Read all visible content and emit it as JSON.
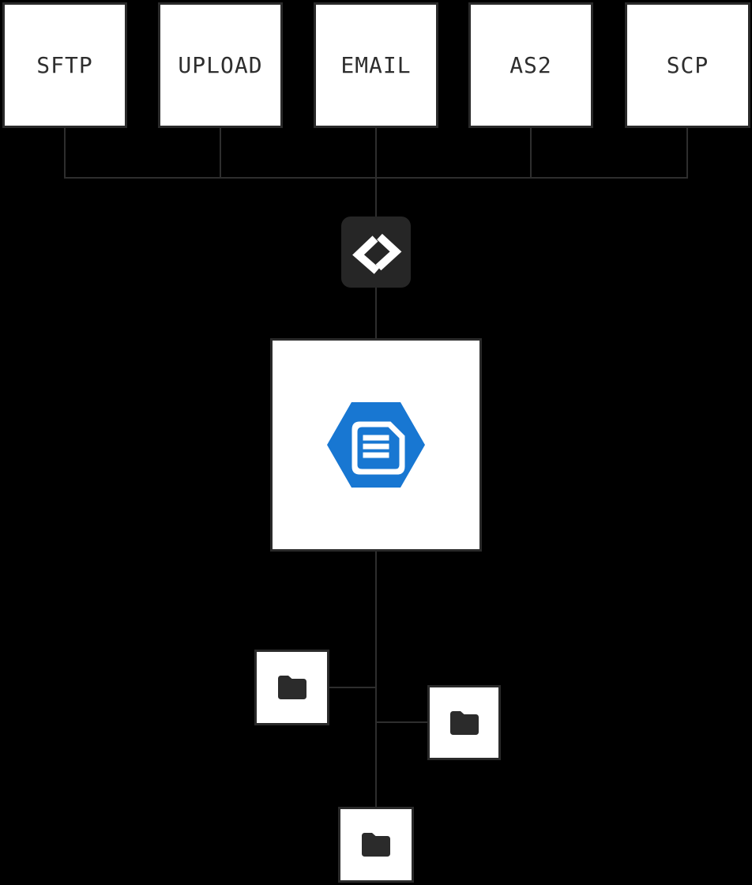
{
  "diagram": {
    "sources": [
      {
        "id": "sftp",
        "label": "SFTP"
      },
      {
        "id": "upload",
        "label": "UPLOAD"
      },
      {
        "id": "email",
        "label": "EMAIL"
      },
      {
        "id": "as2",
        "label": "AS2"
      },
      {
        "id": "scp",
        "label": "SCP"
      }
    ],
    "processor": {
      "icon": "diamond-brackets-icon"
    },
    "document_store": {
      "icon": "document-hexagon-icon"
    },
    "folders": [
      {
        "id": "folder-left",
        "icon": "folder-icon"
      },
      {
        "id": "folder-right",
        "icon": "folder-icon"
      },
      {
        "id": "folder-bottom",
        "icon": "folder-icon"
      }
    ],
    "colors": {
      "background": "#000000",
      "node_fill": "#ffffff",
      "node_border": "#2a2a2a",
      "connector": "#2e2e2e",
      "processor_fill": "#262626",
      "icon_white": "#ffffff",
      "folder_icon": "#2b2b2b",
      "hexagon_blue": "#1877d2",
      "label_text": "#2e2e2e"
    }
  }
}
